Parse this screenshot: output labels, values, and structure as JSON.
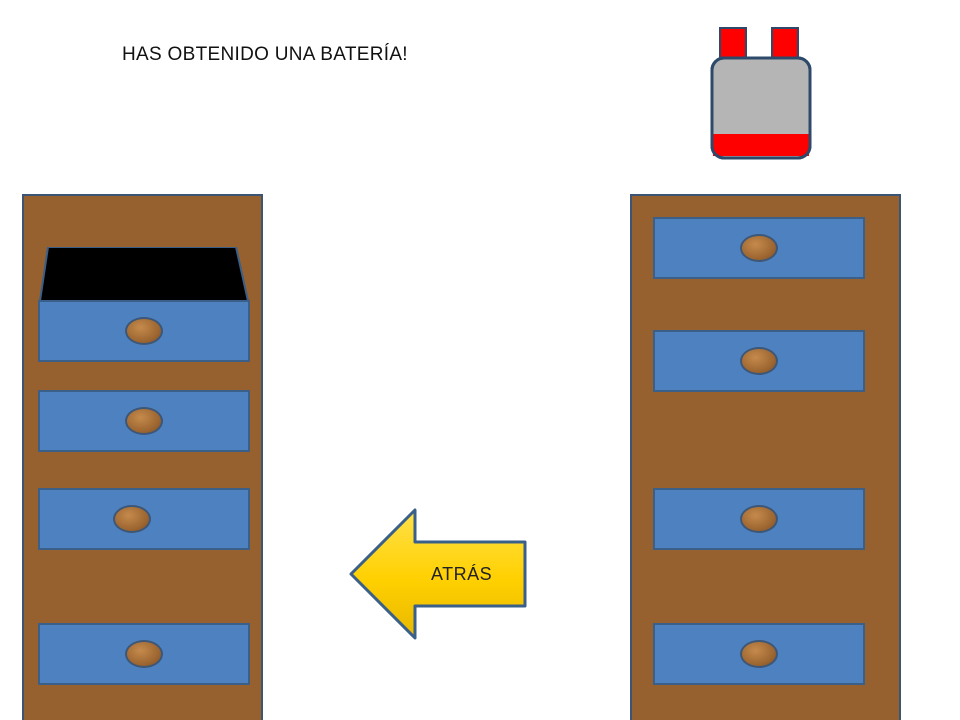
{
  "game": {
    "message": "HAS OBTENIDO UNA BATERÍA!",
    "back_label": "ATRÁS"
  },
  "items": {
    "battery_icon": "battery-icon"
  },
  "cabinets": {
    "left": {
      "drawers": 4,
      "open_drawer": 1
    },
    "right": {
      "drawers": 4,
      "open_drawer": 0
    }
  },
  "colors": {
    "cabinet": "#96602f",
    "drawer": "#4d81bf",
    "knob": "#9c6530",
    "arrow": "#ffd700",
    "battery_body": "#b5b5b5",
    "battery_accent": "#ff0000"
  }
}
